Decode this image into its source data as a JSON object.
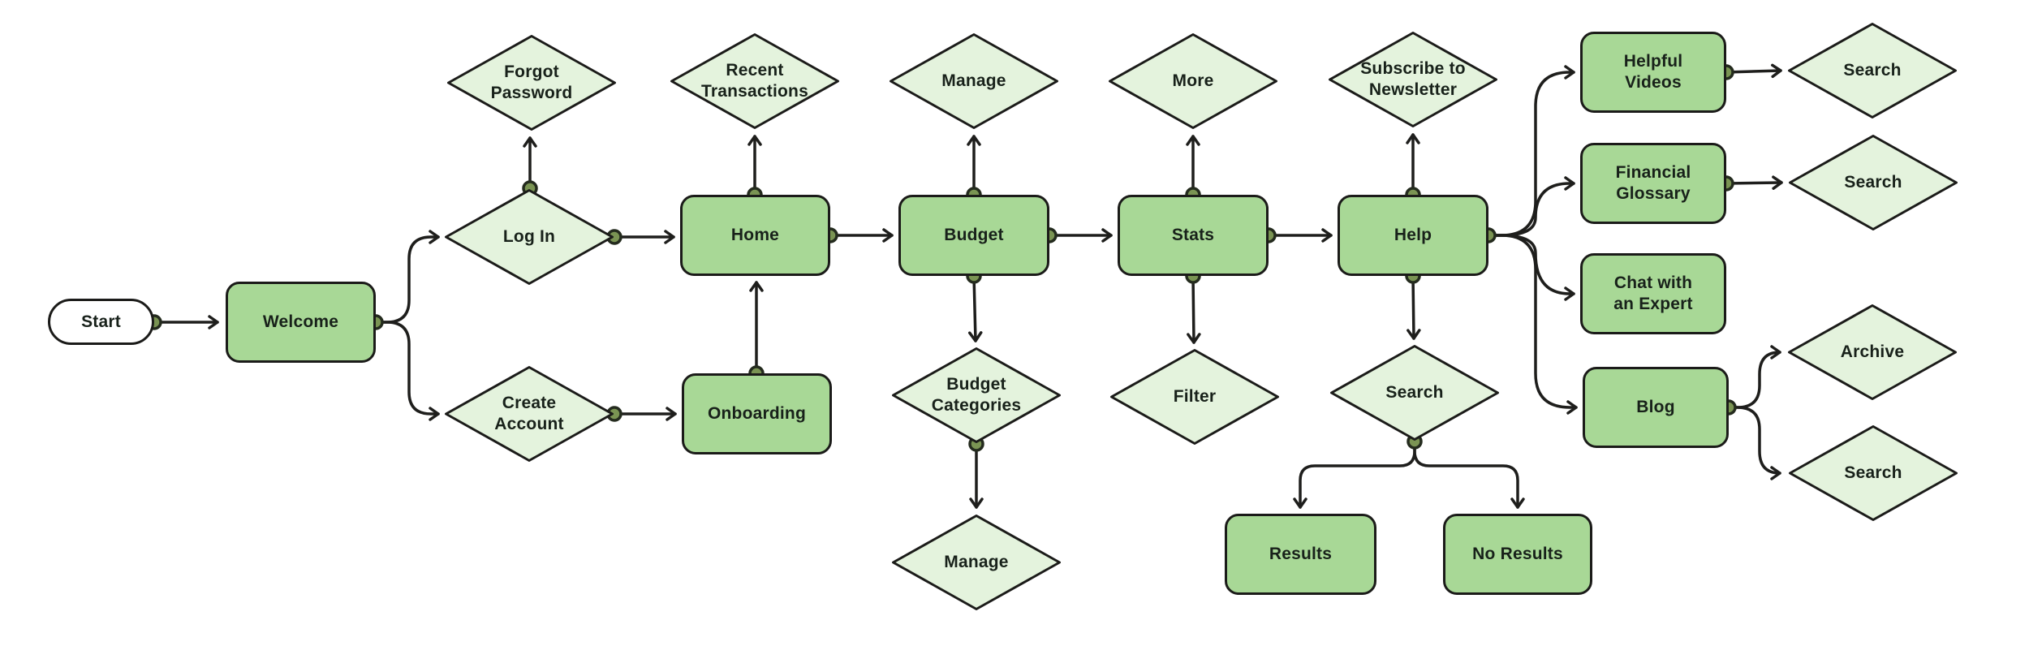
{
  "diagram": {
    "description": "User flow flowchart for a budgeting app",
    "colors": {
      "background": "#ffffff",
      "screen_fill": "#a8d896",
      "decision_fill": "#e4f3dd",
      "stroke": "#1b1b19",
      "port_fill": "#7a9453",
      "text": "#18211a"
    },
    "nodes": {
      "start": {
        "label": "Start",
        "type": "terminator"
      },
      "welcome": {
        "label": "Welcome",
        "type": "screen"
      },
      "forgot_password": {
        "label": "Forgot\nPassword",
        "type": "decision"
      },
      "login": {
        "label": "Log In",
        "type": "decision"
      },
      "create_account": {
        "label": "Create\nAccount",
        "type": "decision"
      },
      "recent_transactions": {
        "label": "Recent\nTransactions",
        "type": "decision"
      },
      "home": {
        "label": "Home",
        "type": "screen"
      },
      "onboarding": {
        "label": "Onboarding",
        "type": "screen"
      },
      "manage_budget": {
        "label": "Manage",
        "type": "decision"
      },
      "budget": {
        "label": "Budget",
        "type": "screen"
      },
      "budget_categories": {
        "label": "Budget\nCategories",
        "type": "decision"
      },
      "manage_categories": {
        "label": "Manage",
        "type": "decision"
      },
      "more": {
        "label": "More",
        "type": "decision"
      },
      "stats": {
        "label": "Stats",
        "type": "screen"
      },
      "filter": {
        "label": "Filter",
        "type": "decision"
      },
      "subscribe_newsletter": {
        "label": "Subscribe to\nNewsletter",
        "type": "decision"
      },
      "help": {
        "label": "Help",
        "type": "screen"
      },
      "search_help": {
        "label": "Search",
        "type": "decision"
      },
      "results": {
        "label": "Results",
        "type": "screen"
      },
      "no_results": {
        "label": "No Results",
        "type": "screen"
      },
      "helpful_videos": {
        "label": "Helpful\nVideos",
        "type": "screen"
      },
      "financial_glossary": {
        "label": "Financial\nGlossary",
        "type": "screen"
      },
      "chat_expert": {
        "label": "Chat with\nan Expert",
        "type": "screen"
      },
      "blog": {
        "label": "Blog",
        "type": "screen"
      },
      "search_videos": {
        "label": "Search",
        "type": "decision"
      },
      "search_glossary": {
        "label": "Search",
        "type": "decision"
      },
      "archive": {
        "label": "Archive",
        "type": "decision"
      },
      "search_blog": {
        "label": "Search",
        "type": "decision"
      }
    },
    "edges": [
      {
        "from": "start",
        "to": "welcome"
      },
      {
        "from": "welcome",
        "to": "login"
      },
      {
        "from": "welcome",
        "to": "create_account"
      },
      {
        "from": "login",
        "to": "forgot_password"
      },
      {
        "from": "login",
        "to": "home"
      },
      {
        "from": "create_account",
        "to": "onboarding"
      },
      {
        "from": "onboarding",
        "to": "home"
      },
      {
        "from": "home",
        "to": "recent_transactions"
      },
      {
        "from": "home",
        "to": "budget"
      },
      {
        "from": "budget",
        "to": "manage_budget"
      },
      {
        "from": "budget",
        "to": "budget_categories"
      },
      {
        "from": "budget",
        "to": "stats"
      },
      {
        "from": "budget_categories",
        "to": "manage_categories"
      },
      {
        "from": "stats",
        "to": "more"
      },
      {
        "from": "stats",
        "to": "filter"
      },
      {
        "from": "stats",
        "to": "help"
      },
      {
        "from": "help",
        "to": "subscribe_newsletter"
      },
      {
        "from": "help",
        "to": "search_help"
      },
      {
        "from": "help",
        "to": "helpful_videos"
      },
      {
        "from": "help",
        "to": "financial_glossary"
      },
      {
        "from": "help",
        "to": "chat_expert"
      },
      {
        "from": "help",
        "to": "blog"
      },
      {
        "from": "search_help",
        "to": "results"
      },
      {
        "from": "search_help",
        "to": "no_results"
      },
      {
        "from": "helpful_videos",
        "to": "search_videos"
      },
      {
        "from": "financial_glossary",
        "to": "search_glossary"
      },
      {
        "from": "blog",
        "to": "archive"
      },
      {
        "from": "blog",
        "to": "search_blog"
      }
    ]
  }
}
